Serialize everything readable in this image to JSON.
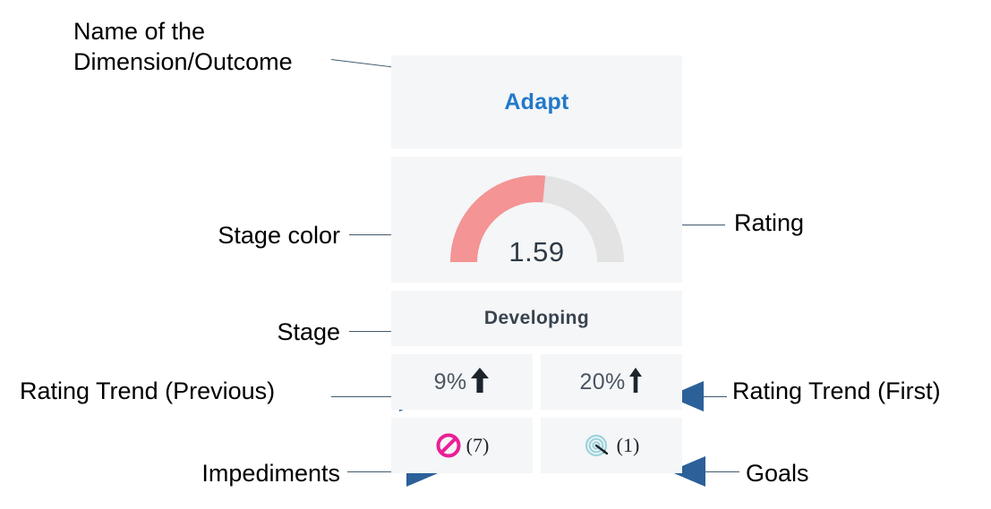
{
  "annotations": [
    {
      "name": "name-of-dimension-label",
      "text": "Name of the\nDimension/Outcome"
    },
    {
      "name": "stage-color-label",
      "text": "Stage color"
    },
    {
      "name": "rating-label",
      "text": "Rating"
    },
    {
      "name": "stage-label",
      "text": "Stage"
    },
    {
      "name": "rating-trend-previous-label",
      "text": "Rating Trend (Previous)"
    },
    {
      "name": "rating-trend-first-label",
      "text": "Rating Trend (First)"
    },
    {
      "name": "impediments-label",
      "text": "Impediments"
    },
    {
      "name": "goals-label",
      "text": "Goals"
    }
  ],
  "widget": {
    "title": "Adapt",
    "gauge": {
      "value": "1.59",
      "fill_fraction": 0.53,
      "stage_color": "#f49494",
      "track_color": "#e3e3e3"
    },
    "stage": "Developing",
    "trend_previous": {
      "percent": "9%",
      "direction": "up"
    },
    "trend_first": {
      "percent": "20%",
      "direction": "up"
    },
    "impediments": {
      "count": "(7)",
      "icon": "prohibition-icon",
      "color": "#ea1f95"
    },
    "goals": {
      "count": "(1)",
      "icon": "target-dart-icon",
      "color": "#9ed3dc"
    }
  },
  "colors": {
    "title_blue": "#2278c8",
    "arrow_blue": "#2b6099",
    "card_bg": "#f4f6f8",
    "page_bg": "#ffffff",
    "leader_line": "#3f5a6e"
  }
}
